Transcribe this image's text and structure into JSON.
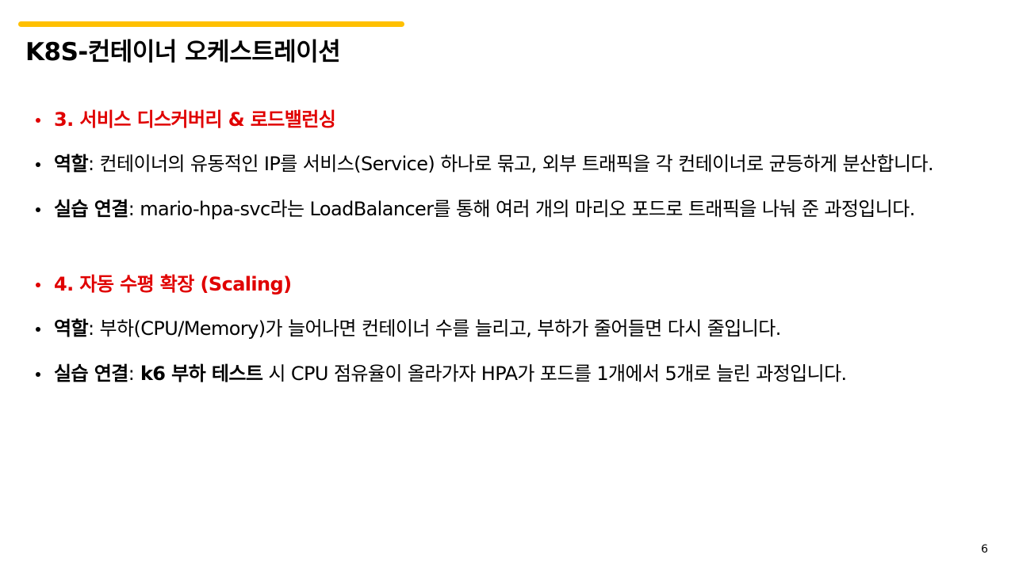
{
  "slide": {
    "title": "K8S-컨테이너 오케스트레이션",
    "accent_color": "#FFC000",
    "heading_color": "#E00000",
    "page_number": "6"
  },
  "sections": [
    {
      "heading": "3. 서비스 디스커버리 & 로드밸런싱",
      "role": {
        "label": "역할",
        "separator": ":",
        "text": " 컨테이너의 유동적인 IP를 서비스(Service) 하나로 묶고, 외부 트래픽을 각 컨테이너로 균등하게 분산합니다."
      },
      "practice": {
        "label": "실습 연결",
        "separator": ":",
        "text": " mario-hpa-svc라는 LoadBalancer를 통해 여러 개의 마리오 포드로 트래픽을 나눠 준 과정입니다."
      }
    },
    {
      "heading": "4. 자동 수평 확장 (Scaling)",
      "role": {
        "label": "역할",
        "separator": ":",
        "text": " 부하(CPU/Memory)가 늘어나면 컨테이너 수를 늘리고, 부하가 줄어들면 다시 줄입니다."
      },
      "practice": {
        "label": "실습 연결",
        "separator": ":",
        "bold_text": " k6 부하 테스트",
        "text": " 시 CPU 점유율이 올라가자 HPA가 포드를 1개에서 5개로 늘린 과정입니다."
      }
    }
  ]
}
